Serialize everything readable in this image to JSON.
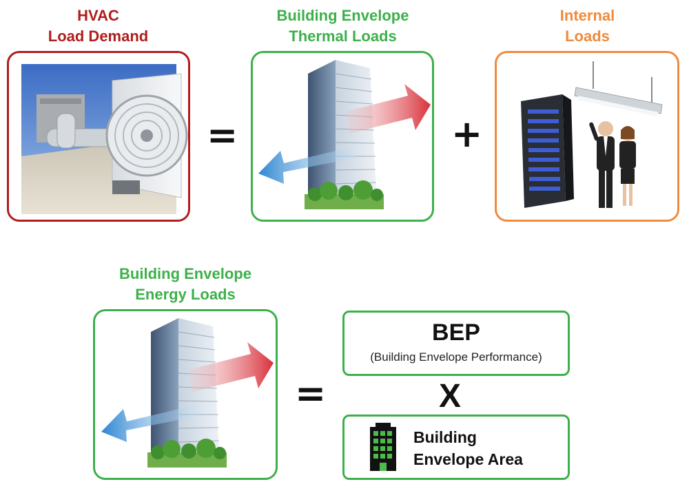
{
  "top_row": {
    "hvac": {
      "title_line1": "HVAC",
      "title_line2": "Load Demand",
      "color": "#b01c1c",
      "image_icon": "rooftop-hvac-unit-photo"
    },
    "envelope_thermal": {
      "title_line1": "Building Envelope",
      "title_line2": "Thermal Loads",
      "color": "#3cb04a",
      "image_icon": "skyscraper-with-heat-arrows"
    },
    "internal": {
      "title_line1": "Internal",
      "title_line2": "Loads",
      "color": "#f08a3c",
      "image_icon": "server-rack-lamp-people"
    },
    "equals_symbol": "=",
    "plus_symbol": "+"
  },
  "bottom_row": {
    "envelope_energy": {
      "title_line1": "Building Envelope",
      "title_line2": "Energy Loads",
      "color": "#3cb04a",
      "image_icon": "skyscraper-with-heat-arrows"
    },
    "equals_symbol": "=",
    "bep": {
      "label": "BEP",
      "sublabel": "(Building Envelope Performance)"
    },
    "times_symbol": "X",
    "area": {
      "line1": "Building",
      "line2": "Envelope Area",
      "icon": "building-icon"
    }
  },
  "colors": {
    "red": "#b01c1c",
    "green": "#3cb04a",
    "orange": "#f08a3c",
    "heat_out": "#d9303a",
    "heat_in": "#3a8fd6"
  }
}
